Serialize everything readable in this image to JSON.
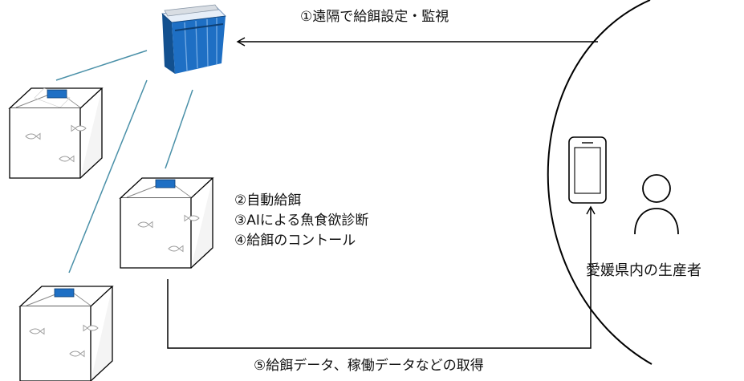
{
  "steps": {
    "step1": "①遠隔で給餌設定・監視",
    "step2": "②自動給餌",
    "step3": "③AIによる魚食欲診断",
    "step4": "④給餌のコントール",
    "step5": "⑤給餌データ、稼働データなどの取得"
  },
  "producer_label": "愛媛県内の生産者",
  "icons": [
    "feeder-machine-icon",
    "fish-pen-icon",
    "smartphone-icon",
    "person-icon"
  ],
  "colors": {
    "feeder_blue": "#1e6fc4",
    "link_line": "#4a90a8",
    "outline": "#000000"
  }
}
